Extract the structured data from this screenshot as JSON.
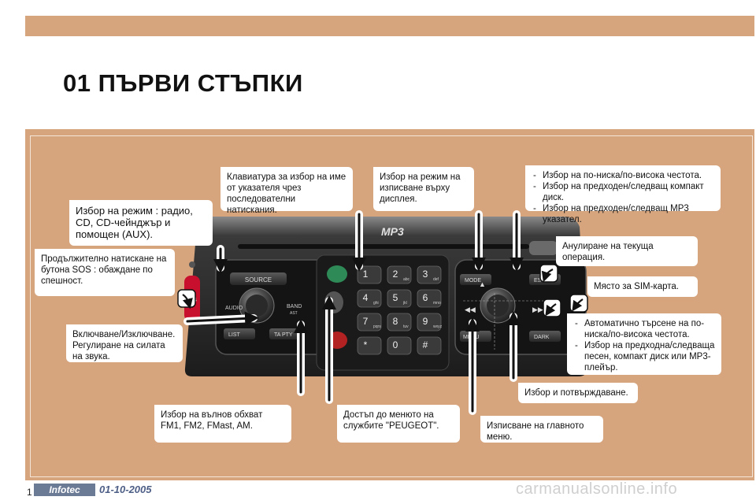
{
  "page": {
    "title": "01 ПЪРВИ СТЪПКИ",
    "page_number": "1",
    "footer_logo": "Infotec",
    "footer_date": "01-10-2005",
    "watermark": "carmanualsonline.info"
  },
  "radio": {
    "logo": "MP3",
    "buttons": {
      "source": "SOURCE",
      "audio": "AUDIO",
      "band": "BAND",
      "band_sub": "AST",
      "list": "LIST",
      "ta_pty": "TA PTY",
      "sos": "SOS",
      "mode": "MODE",
      "esc": "ESC",
      "menu": "MENU",
      "dark": "DARK"
    },
    "keypad": [
      {
        "digit": "1",
        "letters": ""
      },
      {
        "digit": "2",
        "letters": "abc"
      },
      {
        "digit": "3",
        "letters": "def"
      },
      {
        "digit": "4",
        "letters": "ghi"
      },
      {
        "digit": "5",
        "letters": "jkl"
      },
      {
        "digit": "6",
        "letters": "mno"
      },
      {
        "digit": "7",
        "letters": "pqrs"
      },
      {
        "digit": "8",
        "letters": "tuv"
      },
      {
        "digit": "9",
        "letters": "wxyz"
      },
      {
        "digit": "*",
        "letters": ""
      },
      {
        "digit": "0",
        "letters": ""
      },
      {
        "digit": "#",
        "letters": ""
      }
    ]
  },
  "callouts": {
    "mode_select": "Избор на режим : радио, CD, CD-чейнджър и помощен (AUX).",
    "sos": "Продължително натискане на бутона SOS : обаждане по спешност.",
    "power_volume": "Включване/Изключване. Регулиране на силата на звука.",
    "keypad": "Клавиатура за избор на име от указателя чрез последователни натискания.",
    "display_mode": "Избор на режим на изписване върху дисплея.",
    "freq_list": [
      "Избор на по-ниска/по-висока честота.",
      "Избор на предходен/следващ компакт диск.",
      "Избор на предходен/следващ МР3 указател."
    ],
    "cancel": "Анулиране на текуща операция.",
    "sim": "Място за SIM-карта.",
    "search_list": [
      "Автоматично търсене на по-ниска/по-висока честота.",
      "Избор на предходна/следваща песен, компакт диск или МР3-плейър."
    ],
    "select_confirm": "Избор и потвърждаване.",
    "band": "Избор на вълнов обхват FM1, FM2, FMast, AM.",
    "services": "Достъп до менюто на службите \"PEUGEOT\".",
    "main_menu": "Изписване на главното меню."
  },
  "colors": {
    "background": "#d6a57e",
    "radio_body": "#2a2a2a",
    "sos_button": "#c8102e",
    "call_button": "#2e8b57",
    "hangup_button": "#b22222"
  }
}
